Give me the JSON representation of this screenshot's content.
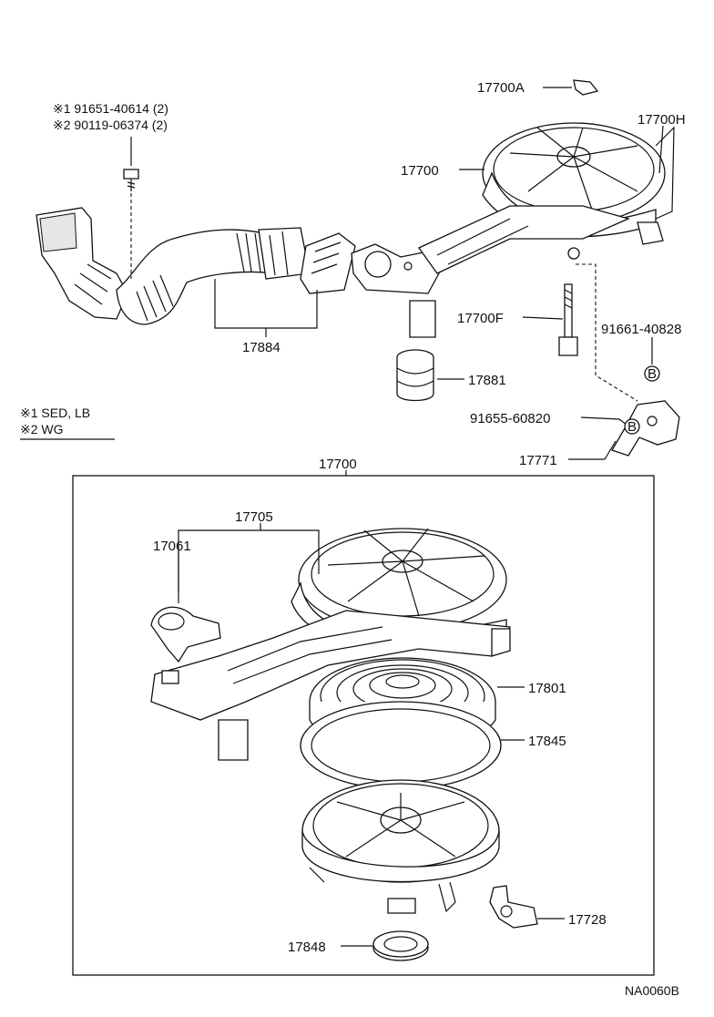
{
  "notes": {
    "top_line1": "※1  91651-40614 (2)",
    "top_line2": "※2  90119-06374 (2)",
    "legend_line1": "※1  SED, LB",
    "legend_line2": "※2  WG"
  },
  "labels": {
    "p17700A": "17700A",
    "p17700H": "17700H",
    "p17700_top": "17700",
    "p17884": "17884",
    "p17700F": "17700F",
    "p91661": "91661-40828",
    "p17881": "17881",
    "p91655": "91655-60820",
    "p17771": "17771",
    "p17700_box": "17700",
    "p17705": "17705",
    "p17061": "17061",
    "p17801": "17801",
    "p17845": "17845",
    "p17728": "17728",
    "p17848": "17848",
    "marker_b1": "B",
    "marker_b2": "B",
    "ref_code": "NA0060B"
  }
}
